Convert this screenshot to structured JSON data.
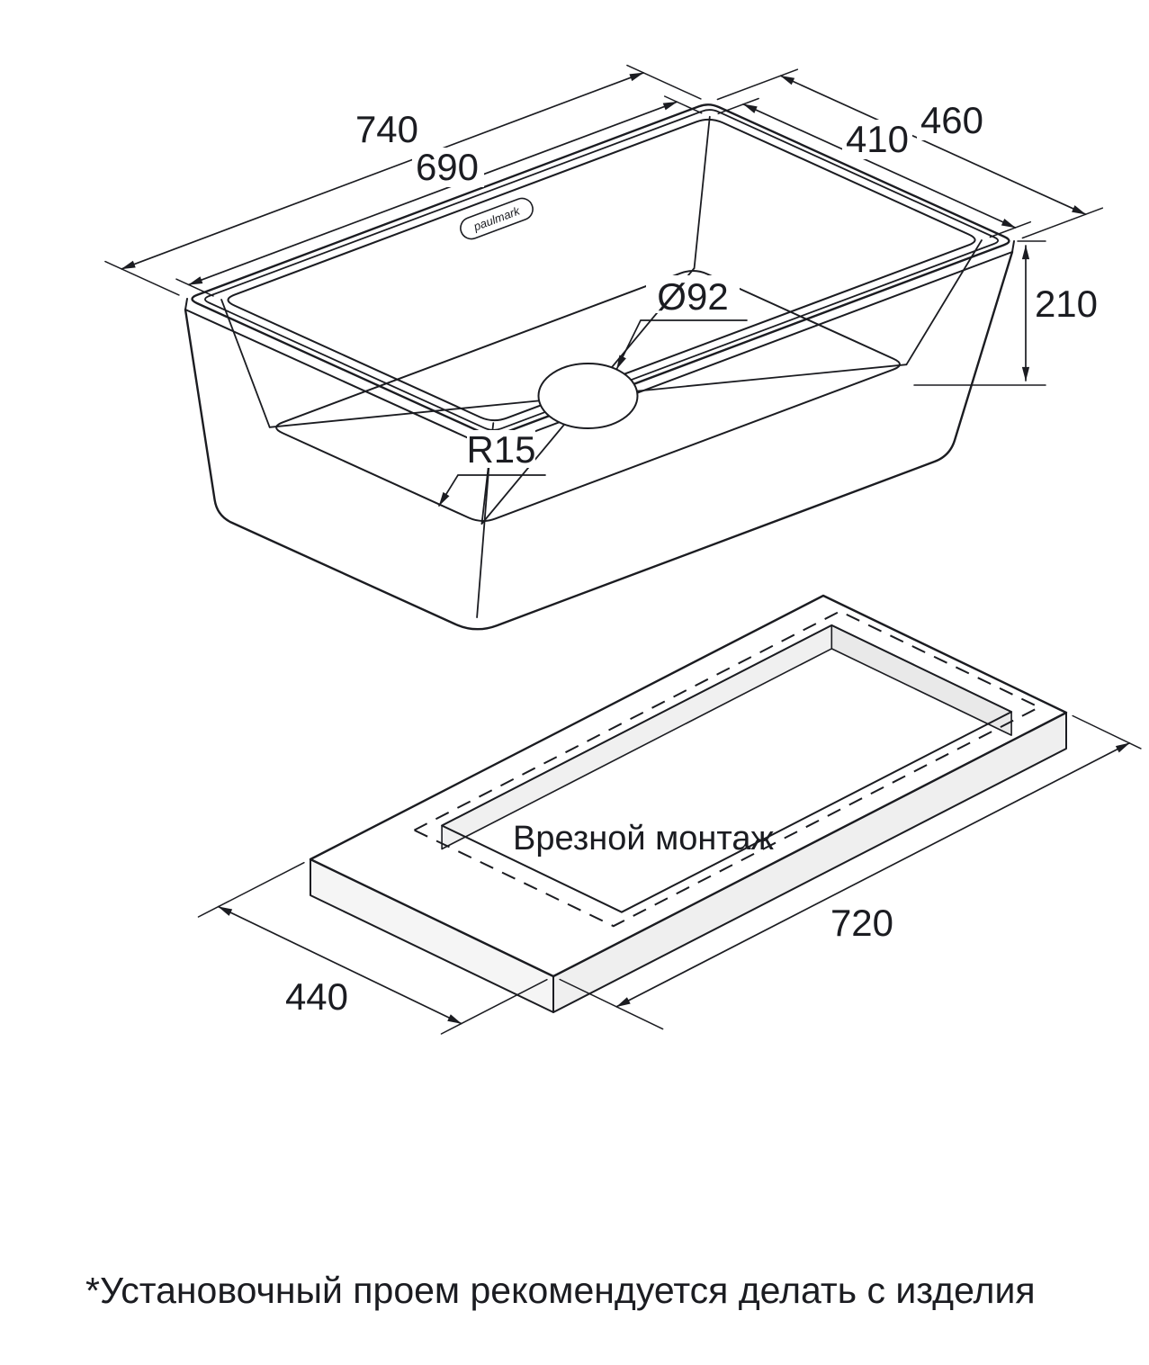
{
  "page": {
    "background": "#ffffff"
  },
  "brand": {
    "logo_text": "paulmark"
  },
  "sink_view": {
    "dimensions": {
      "overall_length": "740",
      "bowl_length": "690",
      "overall_width": "460",
      "bowl_width": "410",
      "bowl_depth": "210",
      "drain_diameter": "Ø92",
      "corner_radius": "R15"
    }
  },
  "cutout_view": {
    "label": "Врезной монтаж",
    "dimensions": {
      "cutout_width": "440",
      "cutout_length": "720"
    }
  },
  "footnote": "*Установочный проем рекомендуется делать с изделия",
  "colors": {
    "line": "#1b1c21",
    "text": "#1b1c21",
    "slab_side_shade": "#f5f5f5",
    "hole_wall_shade": "#f0f0f0"
  }
}
